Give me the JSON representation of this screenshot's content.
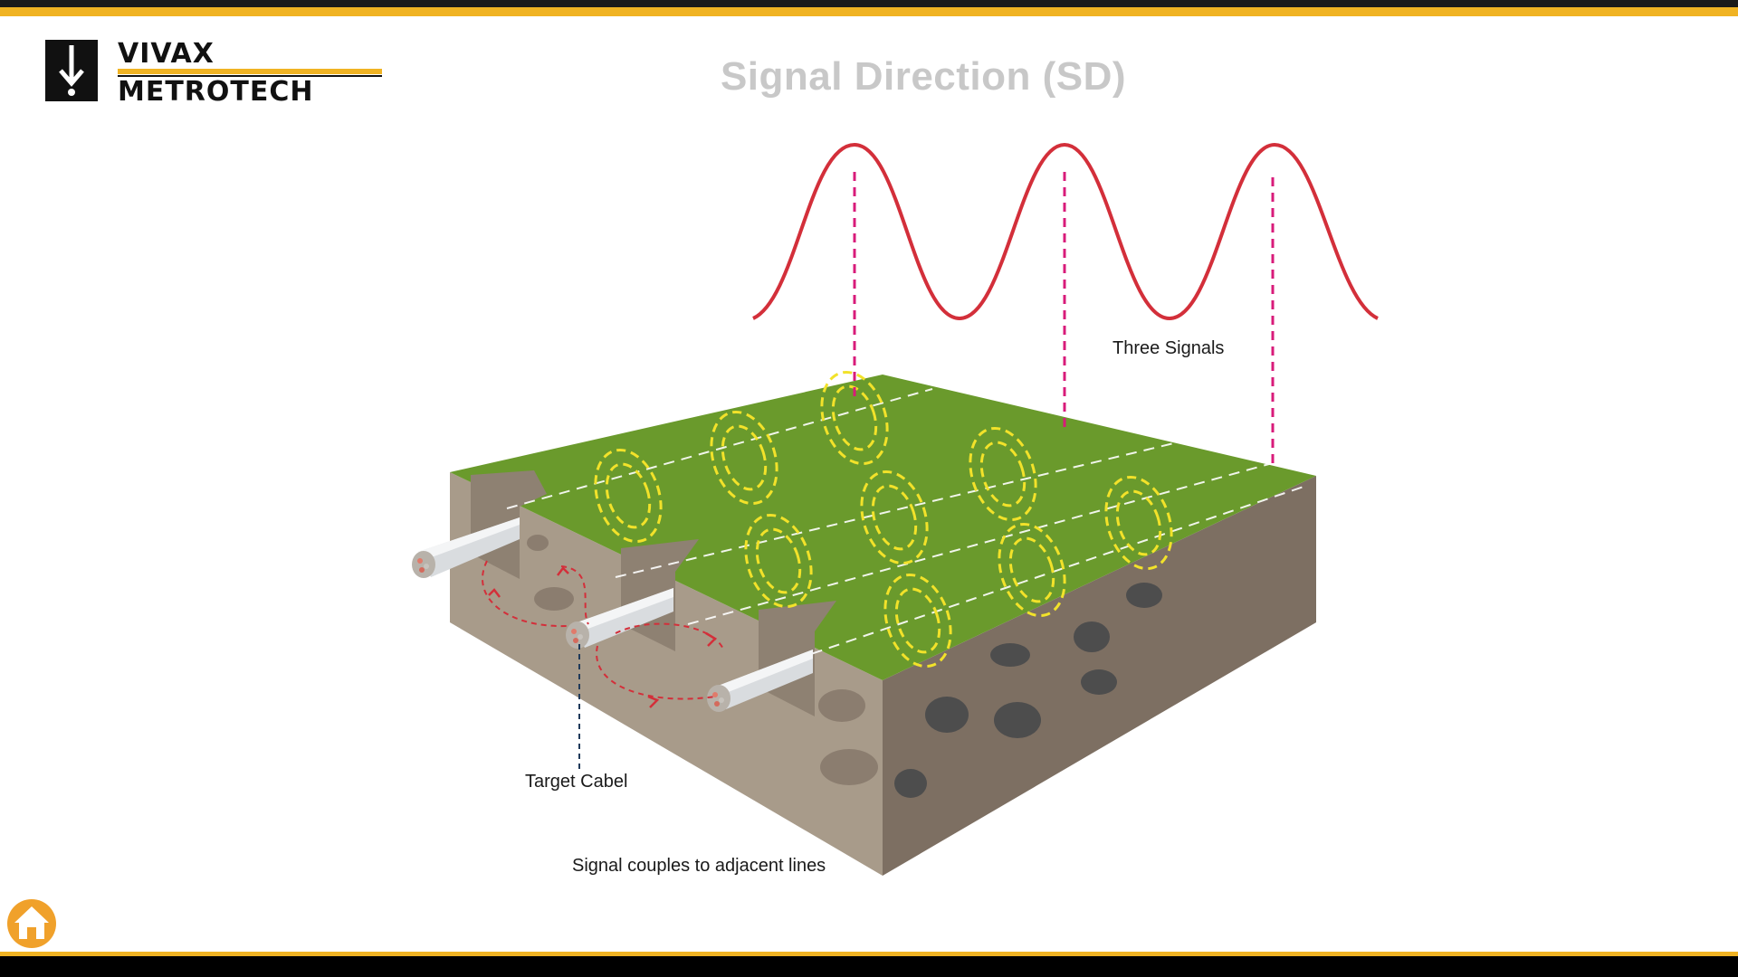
{
  "header": {
    "title": "Signal Direction (SD)",
    "logo": {
      "line1": "VIVAX",
      "line2": "METROTECH"
    }
  },
  "diagram": {
    "labels": {
      "three_signals": "Three Signals",
      "target_cable": "Target Cabel",
      "signal_couples": "Signal couples to adjacent lines"
    },
    "signal_peaks": 3,
    "cables": 3
  },
  "footer": {
    "home_icon": "home-icon"
  },
  "colors": {
    "accent": "#f0b323",
    "signal_wave": "#d32f3a",
    "marker_line": "#d81b7a",
    "field_rings": "#f2e22a",
    "grass": "#6a9a2c",
    "soil_front": "#a89b8a",
    "soil_side": "#7d6f62",
    "rocks": "#4d4d4d"
  }
}
